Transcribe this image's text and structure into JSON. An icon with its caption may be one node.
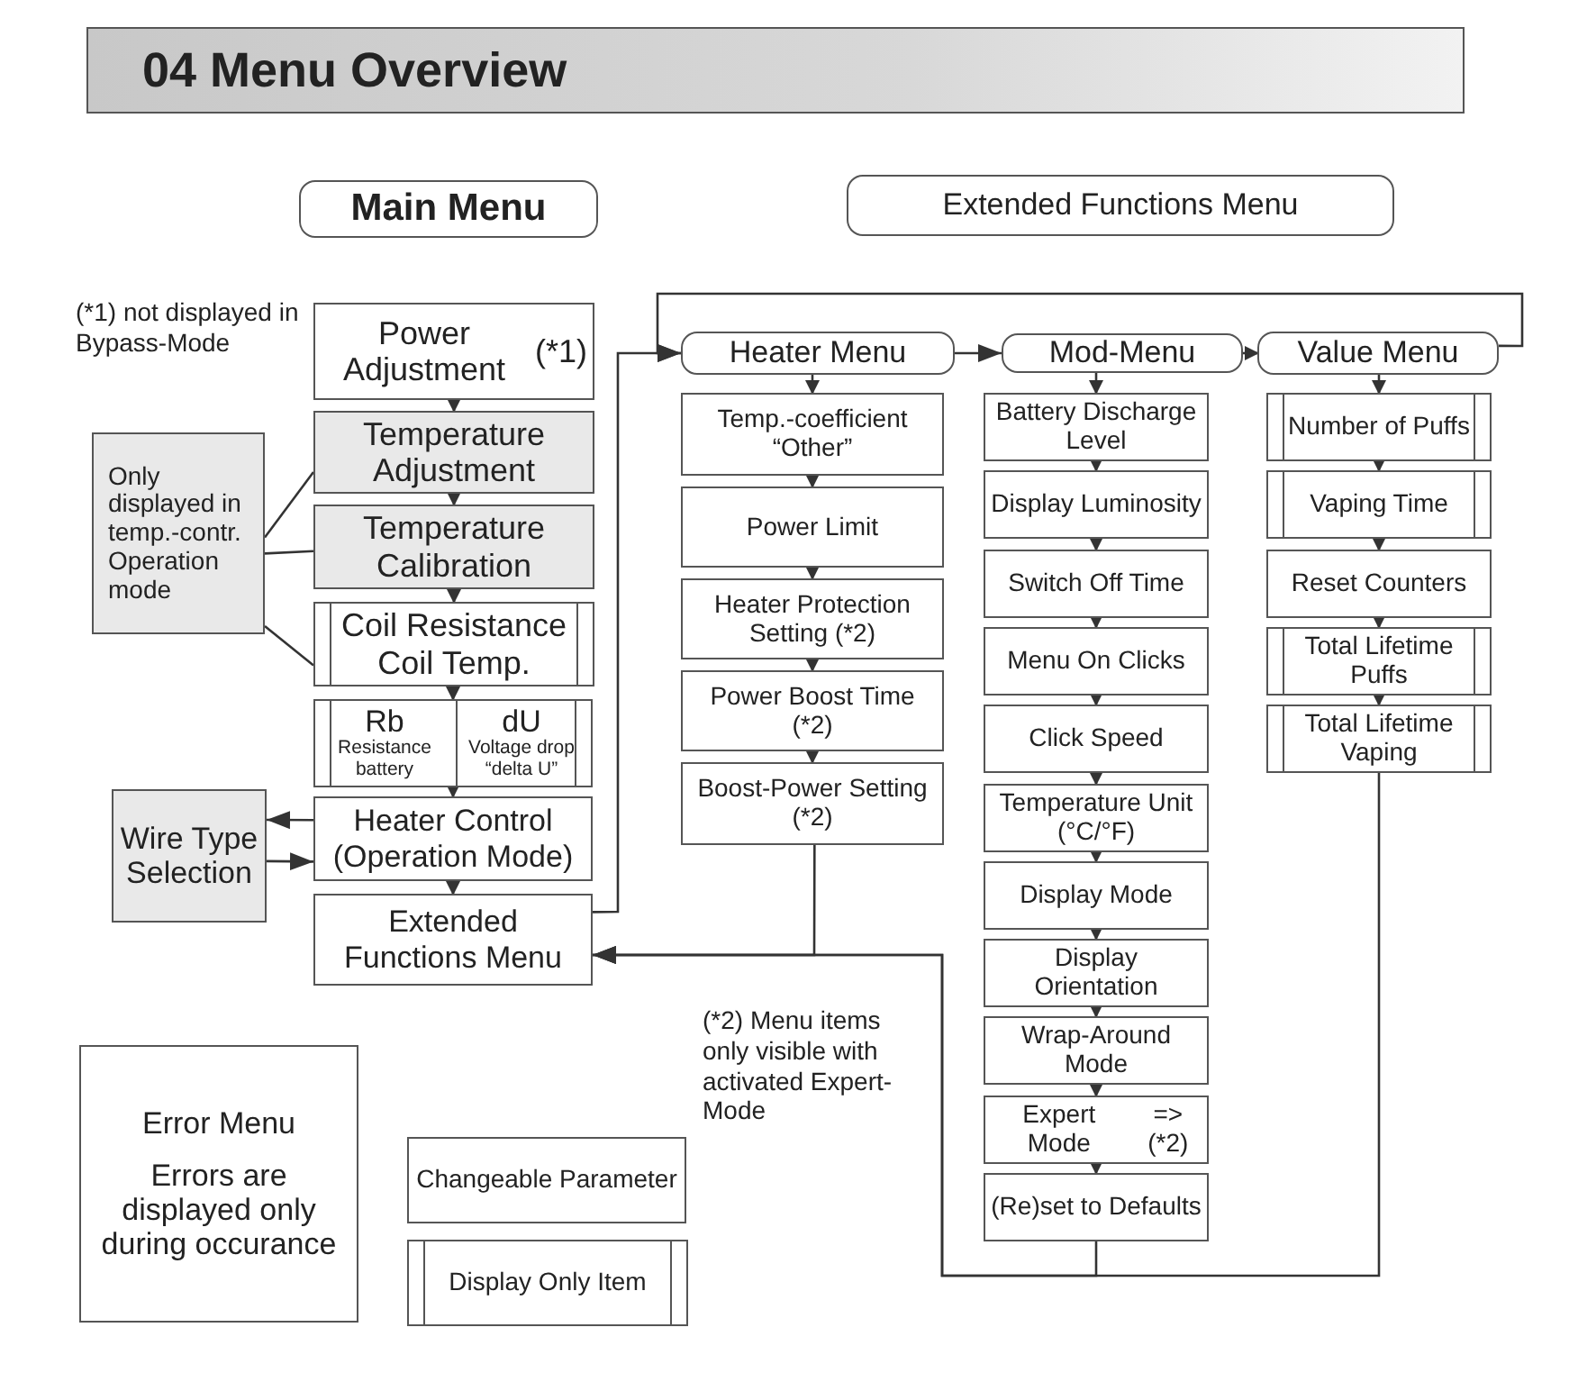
{
  "diagram": {
    "title": "04 Menu Overview",
    "nodes": [
      {
        "text": [
          "Main Menu"
        ]
      },
      {
        "text": [
          "Extended Functions Menu"
        ]
      },
      {
        "text": [
          "Power Adjustment",
          "(*1)"
        ]
      },
      {
        "text": [
          "Temperature Adjustment"
        ]
      },
      {
        "text": [
          "Temperature Calibration"
        ]
      },
      {
        "text": [
          "Coil Resistance Coil Temp."
        ]
      },
      {
        "text": [
          "Rb",
          "Resistance battery",
          "dU",
          "Voltage drop “delta U”"
        ]
      },
      {
        "text": [
          "Heater Control (Operation Mode)"
        ]
      },
      {
        "text": [
          "Extended Functions Menu"
        ]
      },
      {
        "text": [
          "Wire Type Selection"
        ]
      },
      {
        "text": [
          "Only displayed in temp.-contr. Operation mode"
        ]
      },
      {
        "text": [
          "Heater Menu"
        ]
      },
      {
        "text": [
          "Mod-Menu"
        ]
      },
      {
        "text": [
          "Value Menu"
        ]
      },
      {
        "text": [
          "Temp.-coefficient “Other”"
        ]
      },
      {
        "text": [
          "Power Limit"
        ]
      },
      {
        "text": [
          "Heater Protection Setting (*2)"
        ]
      },
      {
        "text": [
          "Power Boost Time (*2)"
        ]
      },
      {
        "text": [
          "Boost-Power Setting (*2)"
        ]
      },
      {
        "text": [
          "Battery Discharge Level"
        ]
      },
      {
        "text": [
          "Display Luminosity"
        ]
      },
      {
        "text": [
          "Switch Off Time"
        ]
      },
      {
        "text": [
          "Menu On Clicks"
        ]
      },
      {
        "text": [
          "Click Speed"
        ]
      },
      {
        "text": [
          "Temperature Unit (°C/°F)"
        ]
      },
      {
        "text": [
          "Display Mode"
        ]
      },
      {
        "text": [
          "Display Orientation"
        ]
      },
      {
        "text": [
          "Wrap-Around Mode"
        ]
      },
      {
        "text": [
          "Expert Mode",
          "=>(*2)"
        ]
      },
      {
        "text": [
          "(Re)set to Defaults"
        ]
      },
      {
        "text": [
          "Number of Puffs"
        ]
      },
      {
        "text": [
          "Vaping Time"
        ]
      },
      {
        "text": [
          "Reset Counters"
        ]
      },
      {
        "text": [
          "Total Lifetime Puffs"
        ]
      },
      {
        "text": [
          "Total Lifetime Vaping"
        ]
      },
      {
        "text": [
          "Error Menu",
          "Errors are displayed only during occurance"
        ]
      },
      {
        "text": [
          "Changeable Parameter"
        ]
      },
      {
        "text": [
          "Display Only Item"
        ]
      }
    ],
    "edges": [
      {
        "from": 2,
        "to": 3,
        "arrow": "to"
      },
      {
        "from": 3,
        "to": 4,
        "arrow": "to"
      },
      {
        "from": 4,
        "to": 5,
        "arrow": "to"
      },
      {
        "from": 5,
        "to": 6,
        "arrow": "to"
      },
      {
        "from": 6,
        "to": 7,
        "arrow": "to"
      },
      {
        "from": 7,
        "to": 8,
        "arrow": "to"
      },
      {
        "from": 7,
        "to": 9,
        "arrow": "to"
      },
      {
        "from": 9,
        "to": 7,
        "arrow": "to"
      },
      {
        "from": 10,
        "to": 3,
        "arrow": "none"
      },
      {
        "from": 10,
        "to": 4,
        "arrow": "none"
      },
      {
        "from": 10,
        "to": 5,
        "arrow": "none"
      },
      {
        "from": 8,
        "to": 11,
        "arrow": "to"
      },
      {
        "from": 11,
        "to": 12,
        "arrow": "to"
      },
      {
        "from": 12,
        "to": 13,
        "arrow": "to"
      },
      {
        "from": 13,
        "to": 11,
        "arrow": "to"
      },
      {
        "from": 11,
        "to": 14,
        "arrow": "to"
      },
      {
        "from": 14,
        "to": 15,
        "arrow": "to"
      },
      {
        "from": 15,
        "to": 16,
        "arrow": "to"
      },
      {
        "from": 16,
        "to": 17,
        "arrow": "to"
      },
      {
        "from": 17,
        "to": 18,
        "arrow": "to"
      },
      {
        "from": 12,
        "to": 19,
        "arrow": "to"
      },
      {
        "from": 19,
        "to": 20,
        "arrow": "to"
      },
      {
        "from": 20,
        "to": 21,
        "arrow": "to"
      },
      {
        "from": 21,
        "to": 22,
        "arrow": "to"
      },
      {
        "from": 22,
        "to": 23,
        "arrow": "to"
      },
      {
        "from": 23,
        "to": 24,
        "arrow": "to"
      },
      {
        "from": 24,
        "to": 25,
        "arrow": "to"
      },
      {
        "from": 25,
        "to": 26,
        "arrow": "to"
      },
      {
        "from": 26,
        "to": 27,
        "arrow": "to"
      },
      {
        "from": 27,
        "to": 28,
        "arrow": "to"
      },
      {
        "from": 28,
        "to": 29,
        "arrow": "to"
      },
      {
        "from": 13,
        "to": 30,
        "arrow": "to"
      },
      {
        "from": 30,
        "to": 31,
        "arrow": "to"
      },
      {
        "from": 31,
        "to": 32,
        "arrow": "to"
      },
      {
        "from": 32,
        "to": 33,
        "arrow": "to"
      },
      {
        "from": 33,
        "to": 34,
        "arrow": "to"
      },
      {
        "from": 18,
        "to": 8,
        "arrow": "to"
      },
      {
        "from": 29,
        "to": 8,
        "arrow": "to"
      },
      {
        "from": 34,
        "to": 8,
        "arrow": "to"
      }
    ],
    "labels": [
      "(*1) not displayed in Bypass-Mode",
      "(*2) Menu items only visible with activated Expert-Mode"
    ]
  }
}
